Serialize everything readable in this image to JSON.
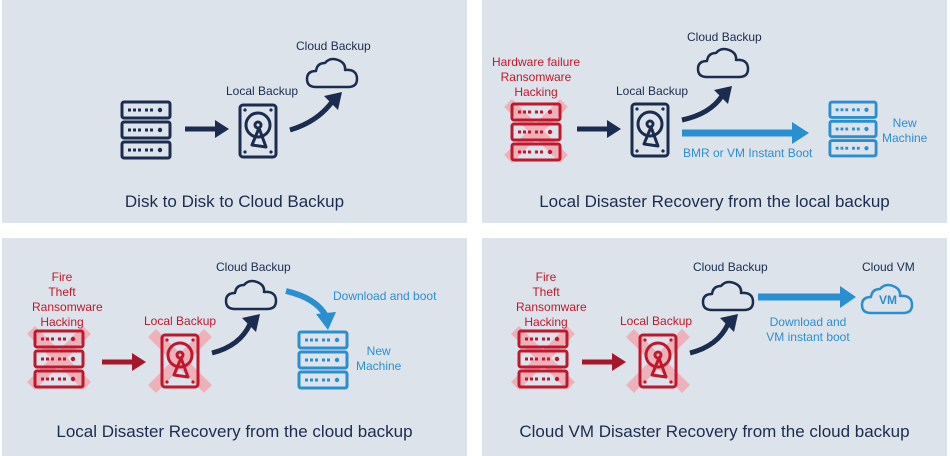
{
  "colors": {
    "panel_bg": "#dde3ea",
    "navy": "#1b2c4e",
    "red": "#c0172c",
    "blue": "#2a8fd0",
    "pink": "#f0a8b0"
  },
  "panel1": {
    "title": "Disk to Disk to Cloud Backup",
    "local_label": "Local Backup",
    "cloud_label": "Cloud Backup"
  },
  "panel2": {
    "title": "Local Disaster Recovery from the local backup",
    "threats": [
      "Hardware failure",
      "Ransomware",
      "Hacking"
    ],
    "local_label": "Local Backup",
    "cloud_label": "Cloud Backup",
    "restore_label": "BMR or VM Instant Boot",
    "new_machine": [
      "New",
      "Machine"
    ]
  },
  "panel3": {
    "title": "Local Disaster Recovery from the cloud backup",
    "threats": [
      "Fire",
      "Theft",
      "Ransomware",
      "Hacking"
    ],
    "local_label": "Local Backup",
    "cloud_label": "Cloud Backup",
    "download_label": "Download and boot",
    "new_machine": [
      "New",
      "Machine"
    ]
  },
  "panel4": {
    "title": "Cloud VM Disaster Recovery from the cloud backup",
    "threats": [
      "Fire",
      "Theft",
      "Ransomware",
      "Hacking"
    ],
    "local_label": "Local Backup",
    "cloud_label": "Cloud Backup",
    "cloud_vm_label": "Cloud VM",
    "vm_badge": "VM",
    "download_label": [
      "Download and",
      "VM instant boot"
    ]
  }
}
